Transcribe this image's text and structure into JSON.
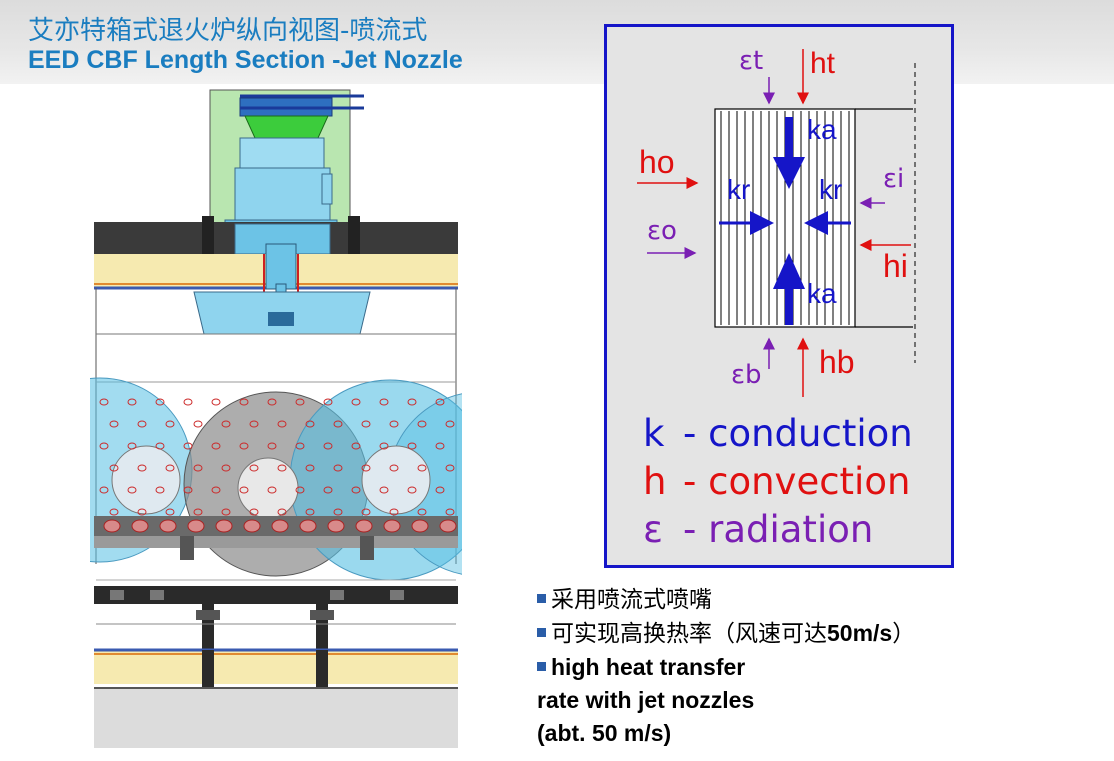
{
  "header": {
    "title_cn": "艾亦特箱式退火炉纵向视图-喷流式",
    "title_en": "EED CBF Length Section -Jet Nozzle"
  },
  "heat_model": {
    "labels": {
      "eps_t": "εt",
      "h_t": "ht",
      "h_o": "ho",
      "eps_o": "εo",
      "eps_i": "εi",
      "h_i": "hi",
      "eps_b": "εb",
      "h_b": "hb",
      "k_a_top": "ka",
      "k_a_bottom": "ka",
      "k_r_left": "kr",
      "k_r_right": "kr"
    },
    "legend": {
      "k": {
        "symbol": "k",
        "text": "- conduction"
      },
      "h": {
        "symbol": "h",
        "text": "- convection"
      },
      "e": {
        "symbol": "ε",
        "text": "- radiation"
      }
    },
    "colors": {
      "conduction": "#1515c8",
      "convection": "#e01010",
      "radiation": "#7a1fb3",
      "frame": "#1515c8"
    }
  },
  "bullets": {
    "item1": "采用喷流式喷嘴",
    "item2_prefix": "可实现高换热率（风速可达",
    "item2_bold": "50m/s",
    "item2_suffix": "）",
    "item3_line1": "high heat transfer",
    "item3_line2": "rate with jet nozzles",
    "item3_line3": "(abt. 50 m/s)"
  },
  "diagram": {
    "colors": {
      "wall": "#3a3a3a",
      "insulation": "#f6eab0",
      "motor": "#8fd4ee",
      "fan_housing": "#b9e6b0",
      "coil_cyan": "#56bfe3",
      "coil_grey": "#8a8a8a",
      "nozzle": "#cc2a2a"
    }
  }
}
